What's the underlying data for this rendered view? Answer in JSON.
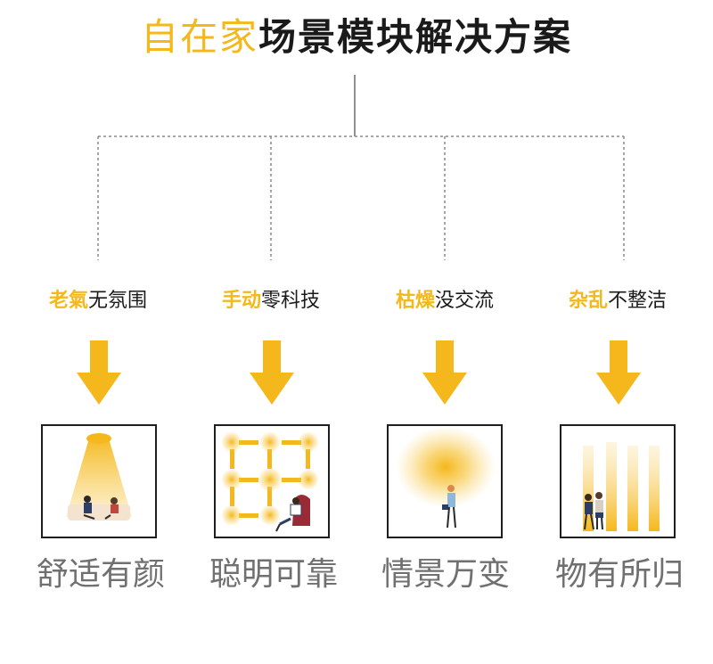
{
  "title": {
    "highlight": "自在家",
    "rest": "场景模块解决方案"
  },
  "colors": {
    "accent": "#f5b81c",
    "text_dark": "#1a1a1a",
    "text_gray": "#707070",
    "line": "#6a6a6a"
  },
  "columns": [
    {
      "label_highlight": "老氣",
      "label_rest": "无氛围",
      "icon": "spotlight-sofa-scene",
      "result": "舒适有颜"
    },
    {
      "label_highlight": "手动",
      "label_rest": "零科技",
      "icon": "light-grid-armchair-scene",
      "result": "聪明可靠"
    },
    {
      "label_highlight": "枯燥",
      "label_rest": "没交流",
      "icon": "glow-woman-scene",
      "result": "情景万变"
    },
    {
      "label_highlight": "杂乱",
      "label_rest": "不整洁",
      "icon": "light-bars-couple-scene",
      "result": "物有所归"
    }
  ]
}
